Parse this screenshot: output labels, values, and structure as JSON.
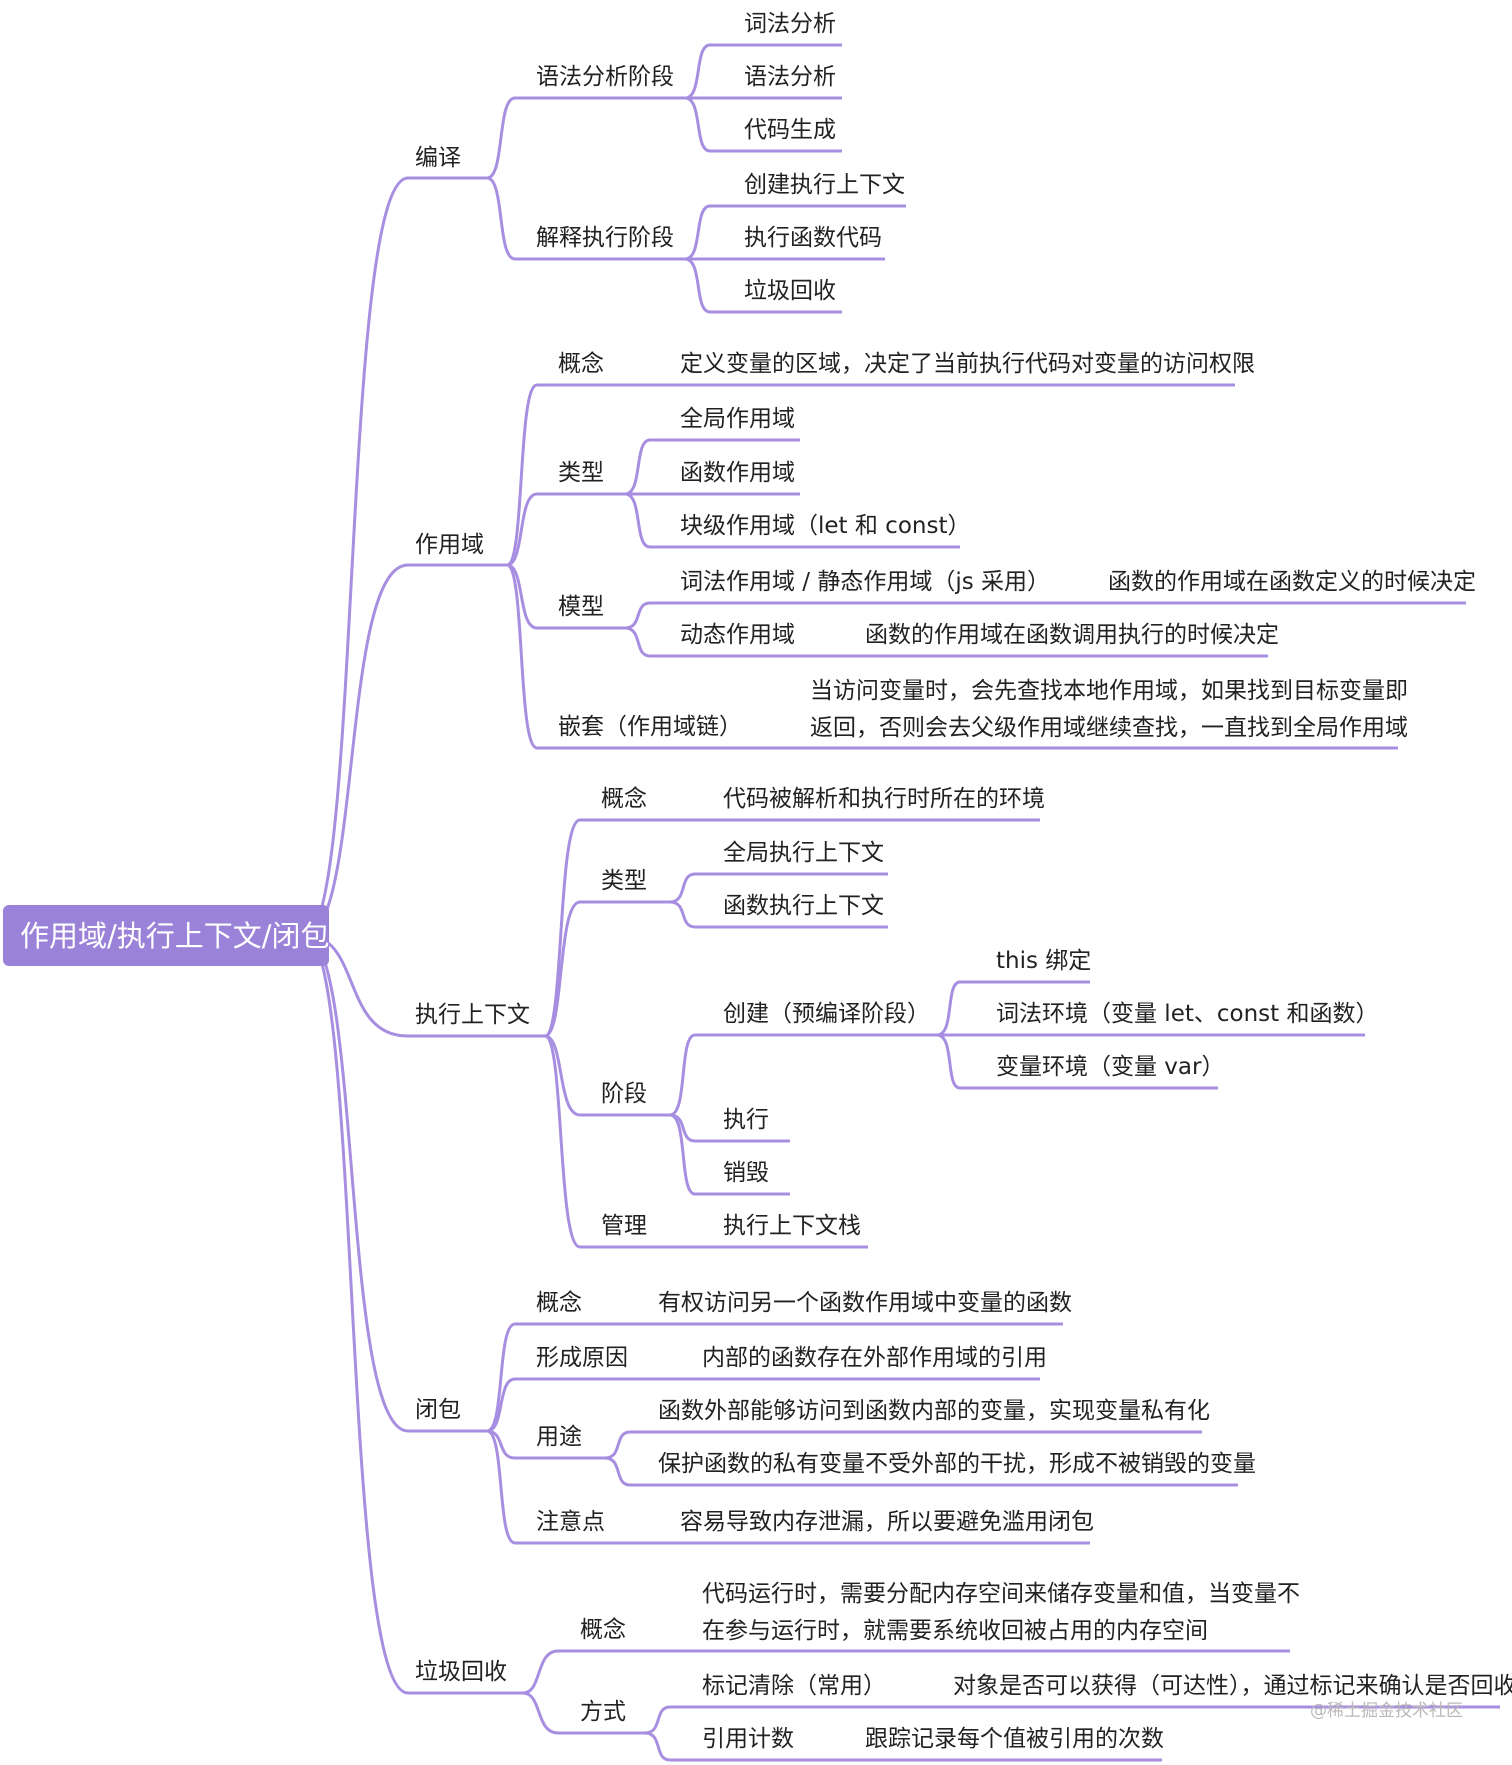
{
  "root": "作用域/执行上下文/闭包",
  "watermark": "@稀土掘金技术社区",
  "colors": {
    "branch": "#a88ee0",
    "root_bg": "#9a82d8",
    "text": "#222222"
  },
  "nodes": [
    {
      "id": "n1",
      "label": "编译"
    },
    {
      "id": "n1a",
      "label": "语法分析阶段"
    },
    {
      "id": "n1a1",
      "label": "词法分析"
    },
    {
      "id": "n1a2",
      "label": "语法分析"
    },
    {
      "id": "n1a3",
      "label": "代码生成"
    },
    {
      "id": "n1b",
      "label": "解释执行阶段"
    },
    {
      "id": "n1b1",
      "label": "创建执行上下文"
    },
    {
      "id": "n1b2",
      "label": "执行函数代码"
    },
    {
      "id": "n1b3",
      "label": "垃圾回收"
    },
    {
      "id": "n2",
      "label": "作用域"
    },
    {
      "id": "n2a",
      "label": "概念"
    },
    {
      "id": "n2a1",
      "label": "定义变量的区域，决定了当前执行代码对变量的访问权限"
    },
    {
      "id": "n2b",
      "label": "类型"
    },
    {
      "id": "n2b1",
      "label": "全局作用域"
    },
    {
      "id": "n2b2",
      "label": "函数作用域"
    },
    {
      "id": "n2b3",
      "label": "块级作用域（let 和 const）"
    },
    {
      "id": "n2c",
      "label": "模型"
    },
    {
      "id": "n2c1",
      "label": "词法作用域 / 静态作用域（js 采用）"
    },
    {
      "id": "n2c1a",
      "label": "函数的作用域在函数定义的时候决定"
    },
    {
      "id": "n2c2",
      "label": "动态作用域"
    },
    {
      "id": "n2c2a",
      "label": "函数的作用域在函数调用执行的时候决定"
    },
    {
      "id": "n2d",
      "label": "嵌套（作用域链）"
    },
    {
      "id": "n2d1",
      "lines": [
        "当访问变量时，会先查找本地作用域，如果找到目标变量即",
        "返回，否则会去父级作用域继续查找，一直找到全局作用域"
      ]
    },
    {
      "id": "n3",
      "label": "执行上下文"
    },
    {
      "id": "n3a",
      "label": "概念"
    },
    {
      "id": "n3a1",
      "label": "代码被解析和执行时所在的环境"
    },
    {
      "id": "n3b",
      "label": "类型"
    },
    {
      "id": "n3b1",
      "label": "全局执行上下文"
    },
    {
      "id": "n3b2",
      "label": "函数执行上下文"
    },
    {
      "id": "n3c",
      "label": "阶段"
    },
    {
      "id": "n3c1",
      "label": "创建（预编译阶段）"
    },
    {
      "id": "n3c1a",
      "label": "this 绑定"
    },
    {
      "id": "n3c1b",
      "label": "词法环境（变量 let、const 和函数）"
    },
    {
      "id": "n3c1c",
      "label": "变量环境（变量 var）"
    },
    {
      "id": "n3c2",
      "label": "执行"
    },
    {
      "id": "n3c3",
      "label": "销毁"
    },
    {
      "id": "n3d",
      "label": "管理"
    },
    {
      "id": "n3d1",
      "label": "执行上下文栈"
    },
    {
      "id": "n4",
      "label": "闭包"
    },
    {
      "id": "n4a",
      "label": "概念"
    },
    {
      "id": "n4a1",
      "label": "有权访问另一个函数作用域中变量的函数"
    },
    {
      "id": "n4b",
      "label": "形成原因"
    },
    {
      "id": "n4b1",
      "label": "内部的函数存在外部作用域的引用"
    },
    {
      "id": "n4c",
      "label": "用途"
    },
    {
      "id": "n4c1",
      "label": "函数外部能够访问到函数内部的变量，实现变量私有化"
    },
    {
      "id": "n4c2",
      "label": "保护函数的私有变量不受外部的干扰，形成不被销毁的变量"
    },
    {
      "id": "n4d",
      "label": "注意点"
    },
    {
      "id": "n4d1",
      "label": "容易导致内存泄漏，所以要避免滥用闭包"
    },
    {
      "id": "n5",
      "label": "垃圾回收"
    },
    {
      "id": "n5a",
      "label": "概念"
    },
    {
      "id": "n5a1",
      "lines": [
        "代码运行时，需要分配内存空间来储存变量和值，当变量不",
        "在参与运行时，就需要系统收回被占用的内存空间"
      ]
    },
    {
      "id": "n5b",
      "label": "方式"
    },
    {
      "id": "n5b1",
      "label": "标记清除（常用）"
    },
    {
      "id": "n5b1a",
      "label": "对象是否可以获得（可达性），通过标记来确认是否回收"
    },
    {
      "id": "n5b2",
      "label": "引用计数"
    },
    {
      "id": "n5b2a",
      "label": "跟踪记录每个值被引用的次数"
    }
  ]
}
